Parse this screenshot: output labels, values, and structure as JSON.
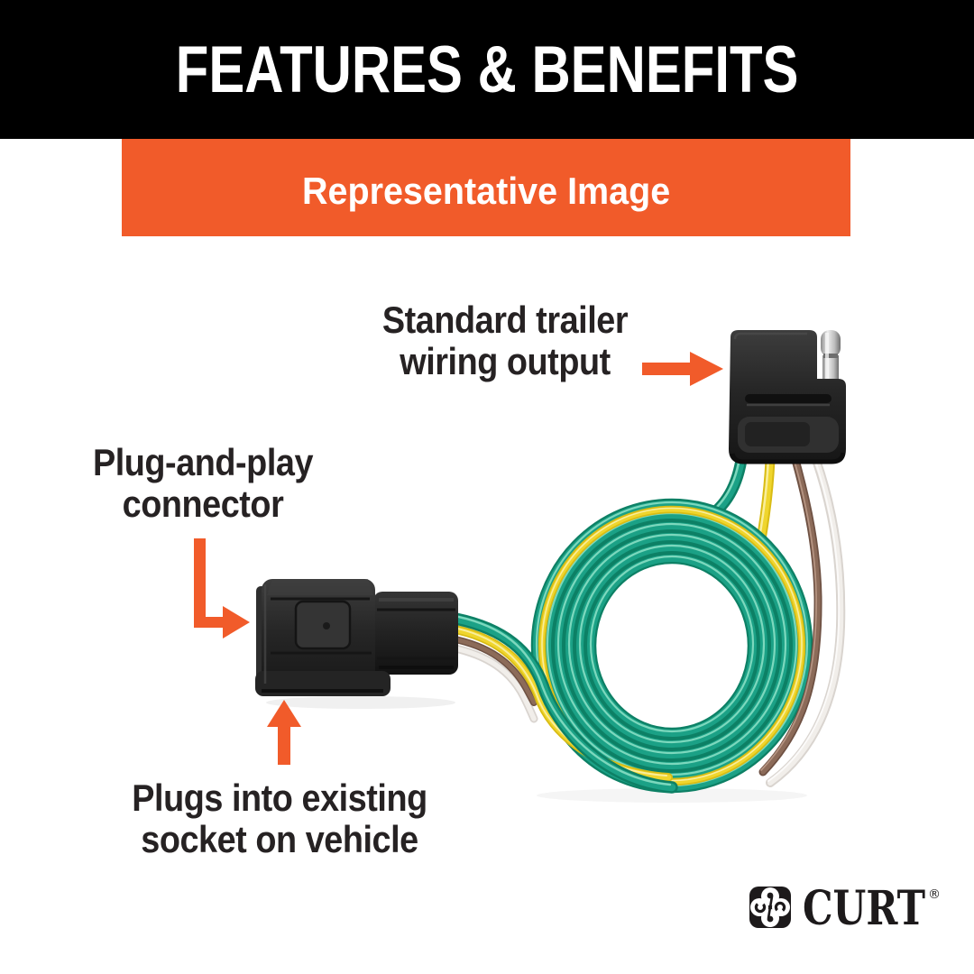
{
  "header": {
    "title": "FEATURES & BENEFITS"
  },
  "banner": {
    "label": "Representative Image"
  },
  "annotations": {
    "wiring_output": {
      "line1": "Standard trailer",
      "line2": "wiring output",
      "arrow": "right-arrow"
    },
    "plug_and_play": {
      "line1": "Plug-and-play",
      "line2": "connector",
      "arrow": "elbow-down-right-arrow"
    },
    "socket": {
      "line1": "Plugs into existing",
      "line2": "socket on vehicle",
      "arrow": "up-arrow"
    }
  },
  "product": {
    "description": "Coiled green bonded 4-wire trailer wiring harness",
    "parts": [
      "plug-and-play vehicle-side connector",
      "coiled bonded wire",
      "4-flat trailer wiring output connector with chrome pin"
    ],
    "wire_colors": {
      "green": "#1BA186",
      "yellow": "#EFD52D",
      "brown": "#8C6B59",
      "white": "#F1EEEA"
    }
  },
  "logo": {
    "wordmark": "CURT",
    "registered_mark": "®",
    "icon": "curt-clover-mark-icon"
  },
  "colors": {
    "accent_orange": "#F15B2A",
    "header_bg": "#000000",
    "banner_text": "#FFFFFF",
    "label_text": "#262223",
    "logo_black": "#1D1A1B"
  }
}
